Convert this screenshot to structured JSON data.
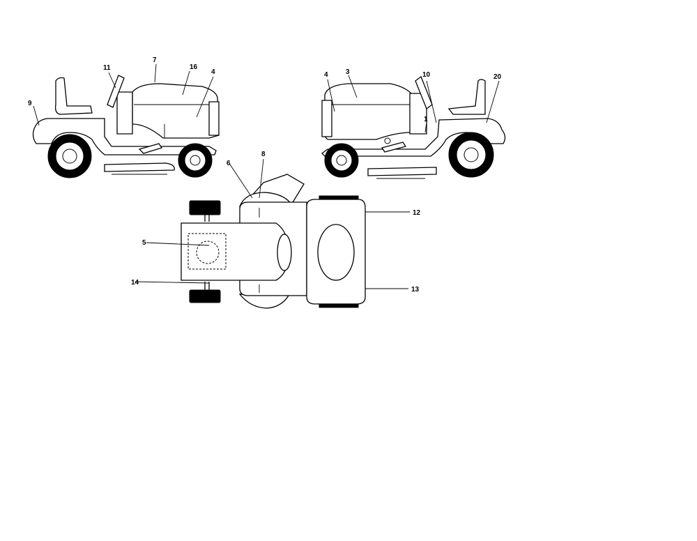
{
  "callouts": {
    "c1": "1",
    "c3": "3",
    "c4a": "4",
    "c4b": "4",
    "c5": "5",
    "c6": "6",
    "c7": "7",
    "c8": "8",
    "c9": "9",
    "c10": "10",
    "c11": "11",
    "c12": "12",
    "c13": "13",
    "c14": "14",
    "c16": "16",
    "c20": "20"
  }
}
